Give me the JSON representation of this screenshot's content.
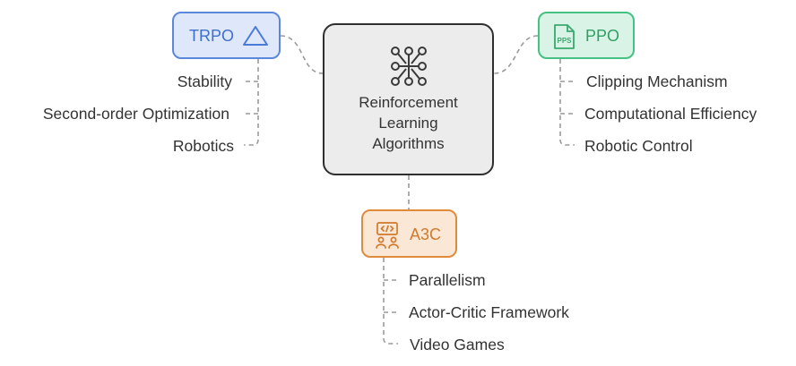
{
  "center": {
    "title": "Reinforcement Learning Algorithms",
    "icon": "network-nodes-icon",
    "color": "#2f2f2f"
  },
  "nodes": [
    {
      "id": "trpo",
      "label": "TRPO",
      "icon": "triangle-icon",
      "color": "#5b88db",
      "items": [
        "Stability",
        "Second-order Optimization",
        "Robotics"
      ]
    },
    {
      "id": "ppo",
      "label": "PPO",
      "icon": "pps-file-icon",
      "color": "#46c184",
      "icon_text": "PPS",
      "items": [
        "Clipping Mechanism",
        "Computational Efficiency",
        "Robotic Control"
      ]
    },
    {
      "id": "a3c",
      "label": "A3C",
      "icon": "code-collaboration-icon",
      "color": "#e08a3c",
      "items": [
        "Parallelism",
        "Actor-Critic Framework",
        "Video Games"
      ]
    }
  ]
}
